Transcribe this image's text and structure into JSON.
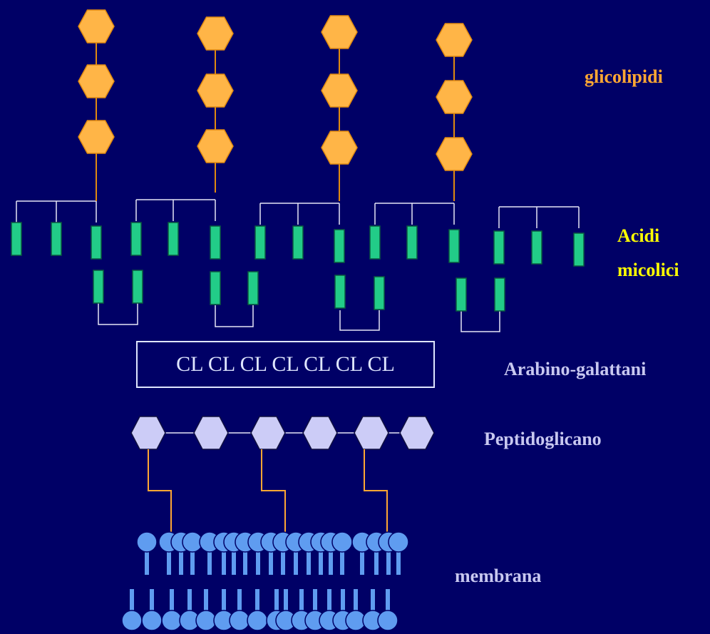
{
  "labels": {
    "glycolipids": "glicolipidi",
    "mycolic_acids_line1": "Acidi",
    "mycolic_acids_line2": "micolici",
    "arabinogalactans": "Arabino-galattani",
    "peptidoglycan": "Peptidoglicano",
    "membrane": "membrana"
  },
  "arabinogalactan_box": {
    "text": "CL CL CL CL CL CL CL"
  },
  "colors": {
    "background": "#000066",
    "sugar_hexagon": "#FFB547",
    "sugar_stroke": "#E08A10",
    "glycolipid_label": "#FFA733",
    "mycolic_label": "#FFFF00",
    "mycolic_rect": "#22CC88",
    "mycolic_rect_stroke": "#0A5A40",
    "connector_line": "#E6E6F5",
    "peptidoglycan_hex": "#CCCCF7",
    "peptidoglycan_label": "#C8C8F0",
    "membrane_lipid": "#5F9CF0",
    "crosslink": "#FFA733"
  }
}
